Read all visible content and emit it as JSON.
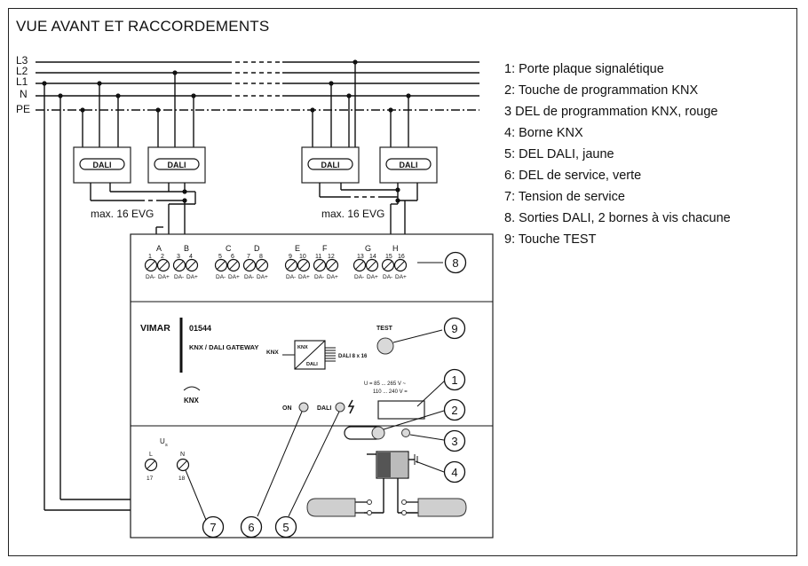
{
  "title": "VUE AVANT ET  RACCORDEMENTS",
  "bus_lines": [
    "L3",
    "L2",
    "L1",
    "N",
    "PE"
  ],
  "dali_label": "DALI",
  "max_evg_label": "max. 16 EVG",
  "terminal_groups": [
    "A",
    "B",
    "C",
    "D",
    "E",
    "F",
    "G",
    "H"
  ],
  "terminal_numbers": [
    "1",
    "2",
    "3",
    "4",
    "5",
    "6",
    "7",
    "8",
    "9",
    "10",
    "11",
    "12",
    "13",
    "14",
    "15",
    "16"
  ],
  "terminal_polarity": [
    "DA-",
    "DA+"
  ],
  "device": {
    "brand": "VIMAR",
    "code": "01544",
    "name": "KNX / DALI GATEWAY",
    "knx_in": "KNX",
    "block_knx": "KNX",
    "block_dali": "DALI",
    "dali_out": "DALI 8 x 16",
    "test_label": "TEST",
    "on_label": "ON",
    "dali_led_label": "DALI",
    "knx_logo": "KNX",
    "us_line1": "U = 85 ... 265 V ~",
    "us_line2": "110 ... 240 V =",
    "supply_label": "U",
    "supply_sub": "s",
    "supply_terminals": [
      {
        "letter": "L",
        "number": "17"
      },
      {
        "letter": "N",
        "number": "18"
      }
    ]
  },
  "callouts": [
    "1",
    "2",
    "3",
    "4",
    "5",
    "6",
    "7",
    "8",
    "9"
  ],
  "legend": [
    "1: Porte plaque signalétique",
    "2: Touche de programmation KNX",
    "3 DEL de programmation KNX, rouge",
    "4: Borne KNX",
    "5: DEL DALI, jaune",
    "6: DEL de service, verte",
    "7: Tension de service",
    "8. Sorties DALI, 2 bornes à vis chacune",
    "9: Touche TEST"
  ]
}
